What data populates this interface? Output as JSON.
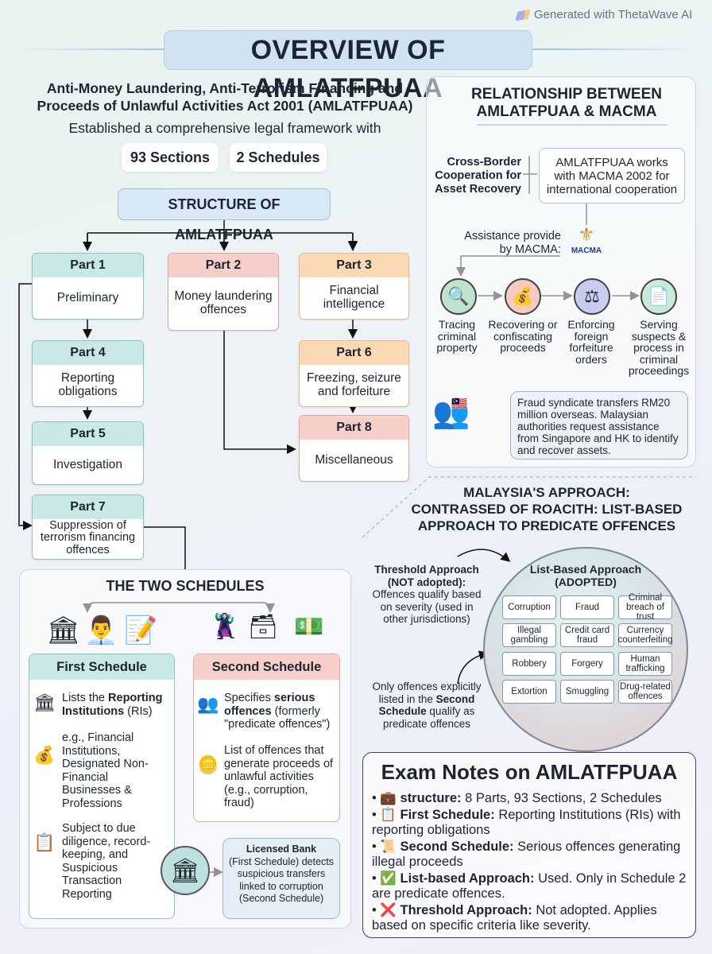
{
  "brand": {
    "text": "Generated with ThetaWave AI"
  },
  "title": "OVERVIEW OF AMLATFPUAA",
  "act": {
    "name_line1": "Anti-Money Laundering, Anti-Terrorism Financing and",
    "name_line2": "Proceeds of Unlawful Activities Act 2001 (AMLATFPUAA)",
    "established": "Established a comprehensive legal framework with",
    "sections": "93 Sections",
    "schedules": "2 Schedules"
  },
  "structure": {
    "title": "STRUCTURE OF AMLATFPUAA",
    "parts": [
      {
        "label": "Part 1",
        "desc": "Preliminary"
      },
      {
        "label": "Part 2",
        "desc": "Money laundering offences"
      },
      {
        "label": "Part 3",
        "desc": "Financial intelligence"
      },
      {
        "label": "Part 4",
        "desc": "Reporting obligations"
      },
      {
        "label": "Part 5",
        "desc": "Investigation"
      },
      {
        "label": "Part 6",
        "desc": "Freezing, seizure and forfeiture"
      },
      {
        "label": "Part 7",
        "desc": "Suppression of terrorism financing offences"
      },
      {
        "label": "Part 8",
        "desc": "Miscellaneous"
      }
    ]
  },
  "relationship": {
    "title_line1": "RELATIONSHIP BETWEEN",
    "title_line2": "AMLATFPUAA & MACMA",
    "cross_border": "Cross-Border Cooperation for Asset Recovery",
    "works_with": "AMLATFPUAA works with MACMA 2002 for international cooperation",
    "assistance": "Assistance provide by MACMA:",
    "logo_text": "MACMA",
    "steps": [
      {
        "label": "Tracing criminal property",
        "icon": "magnifier-icon"
      },
      {
        "label": "Recovering or confiscating proceeds",
        "icon": "money-bag-icon"
      },
      {
        "label": "Enforcing foreign forfeiture orders",
        "icon": "scales-icon"
      },
      {
        "label": "Serving suspects & process in criminal proceedings",
        "icon": "document-check-icon"
      }
    ],
    "example": "Fraud syndicate transfers RM20 million overseas. Malaysian authorities request assistance from Singapore and HK to identify and recover assets."
  },
  "approach": {
    "title_line1": "MALAYSIA'S APPROACH:",
    "title_line2": "CONTRASSED OF ROACITH: LIST-BASED",
    "title_line3": "APPROACH TO PREDICATE OFFENCES",
    "threshold_title": "Threshold Approach (NOT adopted):",
    "threshold_desc": "Offences qualify based on severity (used in other jurisdictions)",
    "only_pre": "Only offences explicitly listed in the",
    "only_bold": "Second Schedule",
    "only_post": "qualify as predicate offences",
    "list_title_line1": "List-Based Approach",
    "list_title_line2": "(ADOPTED)",
    "offences": [
      "Corruption",
      "Fraud",
      "Criminal breach of trust",
      "Illegal gambling",
      "Credit card fraud",
      "Currency counterfeiting",
      "Robbery",
      "Forgery",
      "Human trafficking",
      "Extortion",
      "Smuggling",
      "Drug-related offences"
    ]
  },
  "schedules": {
    "title": "THE TWO SCHEDULES",
    "first": {
      "title": "First Schedule",
      "i1_pre": "Lists the",
      "i1_bold": "Reporting Institutions",
      "i1_post": "(RIs)",
      "i2": "e.g., Financial Institutions, Designated Non-Financial Businesses & Professions",
      "i3": "Subject to due diligence, record-keeping, and Suspicious Transaction Reporting"
    },
    "second": {
      "title": "Second Schedule",
      "i1_pre": "Specifies",
      "i1_bold": "serious offences",
      "i1_post": "(formerly \"predicate offences\")",
      "i2": "List of offences that generate proceeds of unlawful activities (e.g., corruption, fraud)"
    },
    "licensed_bank_title": "Licensed Bank",
    "licensed_bank_text": "(First Schedule) detects suspicious transfers linked to corruption (Second Schedule)"
  },
  "exam": {
    "title": "Exam Notes on AMLATFPUAA",
    "notes": [
      {
        "icon": "💼",
        "bold": "structure:",
        "text": "8 Parts, 93 Sections, 2 Schedules"
      },
      {
        "icon": "📋",
        "bold": "First Schedule:",
        "text": "Reporting Institutions (RIs) with reporting obligations"
      },
      {
        "icon": "📜",
        "bold": "Second Schedule:",
        "text": "Serious offences generating illegal proceeds"
      },
      {
        "icon": "✅",
        "bold": "List-based Approach:",
        "text": "Used. Only in Schedule 2 are predicate offences."
      },
      {
        "icon": "❌",
        "bold": "Threshold Approach:",
        "text": "Not adopted. Applies based on specific criteria like severity."
      }
    ]
  },
  "colors": {
    "teal": "#c9e8e6",
    "red": "#f6cfca",
    "orange": "#fbd9b4",
    "title_bg": "#cfe3f3"
  }
}
